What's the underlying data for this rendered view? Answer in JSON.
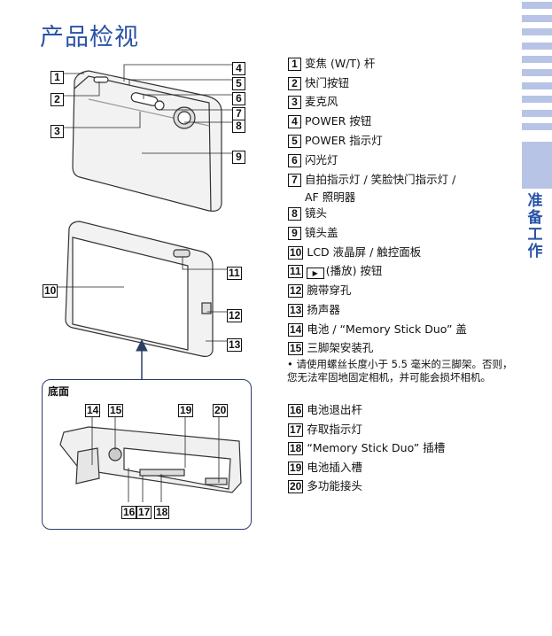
{
  "title": "产品检视",
  "side_tab": "准备工作",
  "bottom_label": "底面",
  "items": [
    {
      "n": "1",
      "text": "变焦 (W/T) 杆"
    },
    {
      "n": "2",
      "text": "快门按钮"
    },
    {
      "n": "3",
      "text": "麦克风"
    },
    {
      "n": "4",
      "text": "POWER 按钮"
    },
    {
      "n": "5",
      "text": "POWER 指示灯"
    },
    {
      "n": "6",
      "text": "闪光灯"
    },
    {
      "n": "7",
      "text": "自拍指示灯 / 笑脸快门指示灯 /",
      "text2": "AF 照明器"
    },
    {
      "n": "8",
      "text": "镜头"
    },
    {
      "n": "9",
      "text": "镜头盖"
    },
    {
      "n": "10",
      "text": "LCD 液晶屏 / 触控面板"
    },
    {
      "n": "11",
      "icon": "play-icon",
      "text": "(播放) 按钮"
    },
    {
      "n": "12",
      "text": "腕带穿孔"
    },
    {
      "n": "13",
      "text": "扬声器"
    },
    {
      "n": "14",
      "text": "电池 / “Memory Stick Duo” 盖"
    },
    {
      "n": "15",
      "text": "三脚架安装孔"
    },
    {
      "n": "16",
      "text": "电池退出杆"
    },
    {
      "n": "17",
      "text": "存取指示灯"
    },
    {
      "n": "18",
      "text": "“Memory Stick Duo” 插槽"
    },
    {
      "n": "19",
      "text": "电池插入槽"
    },
    {
      "n": "20",
      "text": "多功能接头"
    }
  ],
  "note": "• 请使用螺丝长度小于 5.5 毫米的三脚架。否则，您无法牢固地固定相机，并可能会损坏相机。",
  "colors": {
    "accent": "#2a52a8",
    "tab": "#b8c4e6"
  }
}
